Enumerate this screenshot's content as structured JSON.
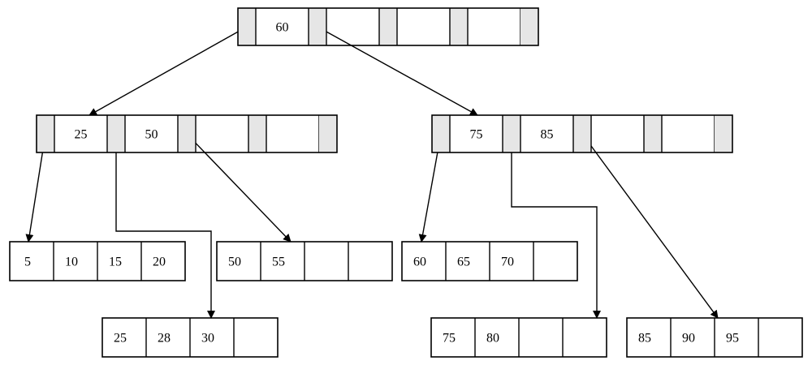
{
  "nodes": [
    {
      "id": "root",
      "kind": "internal",
      "keys": [
        "60",
        "",
        "",
        ""
      ]
    },
    {
      "id": "left-internal",
      "kind": "internal",
      "keys": [
        "25",
        "50",
        "",
        ""
      ]
    },
    {
      "id": "right-internal",
      "kind": "internal",
      "keys": [
        "75",
        "85",
        "",
        ""
      ]
    },
    {
      "id": "leaf-1",
      "kind": "leaf",
      "keys": [
        "5",
        "10",
        "15",
        "20"
      ]
    },
    {
      "id": "leaf-2",
      "kind": "leaf",
      "keys": [
        "25",
        "28",
        "30",
        ""
      ]
    },
    {
      "id": "leaf-3",
      "kind": "leaf",
      "keys": [
        "50",
        "55",
        "",
        ""
      ]
    },
    {
      "id": "leaf-4",
      "kind": "leaf",
      "keys": [
        "60",
        "65",
        "70",
        ""
      ]
    },
    {
      "id": "leaf-5",
      "kind": "leaf",
      "keys": [
        "75",
        "80",
        "",
        ""
      ]
    },
    {
      "id": "leaf-6",
      "kind": "leaf",
      "keys": [
        "85",
        "90",
        "95",
        ""
      ]
    }
  ],
  "edges": [
    {
      "from": "root",
      "pointer": 0,
      "to": "left-internal"
    },
    {
      "from": "root",
      "pointer": 1,
      "to": "right-internal"
    },
    {
      "from": "left-internal",
      "pointer": 0,
      "to": "leaf-1"
    },
    {
      "from": "left-internal",
      "pointer": 1,
      "to": "leaf-2"
    },
    {
      "from": "left-internal",
      "pointer": 2,
      "to": "leaf-3"
    },
    {
      "from": "right-internal",
      "pointer": 0,
      "to": "leaf-4"
    },
    {
      "from": "right-internal",
      "pointer": 1,
      "to": "leaf-5"
    },
    {
      "from": "right-internal",
      "pointer": 2,
      "to": "leaf-6"
    }
  ],
  "colors": {
    "pointer_fill": "#e6e6e6",
    "stroke": "#000000",
    "background": "#ffffff"
  }
}
